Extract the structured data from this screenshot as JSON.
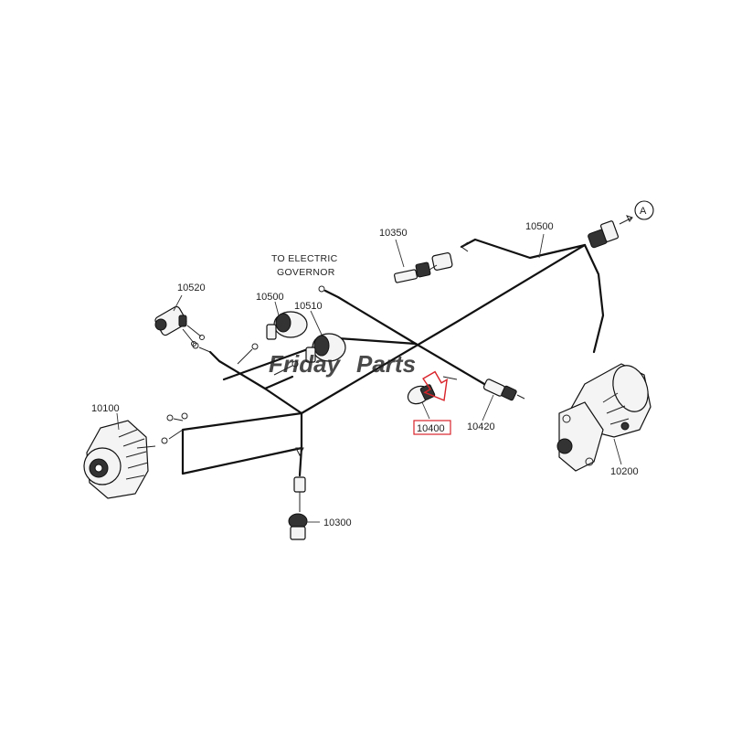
{
  "callout": {
    "governor_line1": "TO ELECTRIC",
    "governor_line2": "GOVERNOR",
    "ref_letter": "A"
  },
  "labels": {
    "p10520": "10520",
    "p10500_left": "10500",
    "p10510": "10510",
    "p10350": "10350",
    "p10500_top": "10500",
    "p10100": "10100",
    "p10300": "10300",
    "p10400": "10400",
    "p10420": "10420",
    "p10200": "10200"
  },
  "highlight": {
    "part": "10400",
    "color": "#d9232a"
  },
  "watermark": {
    "text_a": "Friday",
    "text_b": "Parts",
    "color_a": "#3a7bd5",
    "color_b": "#f2b01e"
  }
}
